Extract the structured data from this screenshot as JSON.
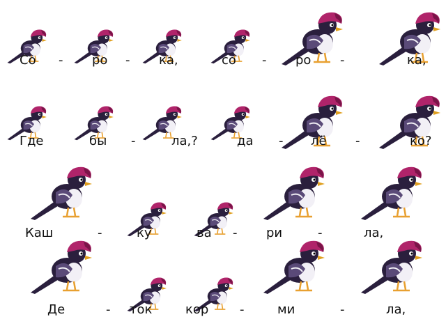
{
  "colors": {
    "body": "#2a1f3d",
    "wing": "#5a4a78",
    "belly": "#f2f0f6",
    "cap": "#b0246a",
    "cap_shade": "#7a1448",
    "beak": "#e0a020",
    "legs": "#e8a030",
    "text": "#111111"
  },
  "bird_icon": "magpie-bird-icon",
  "rows": [
    {
      "birds": [
        "small",
        "small",
        "small",
        "small",
        "big",
        "big"
      ],
      "syllables": [
        "Со",
        "-",
        "ро",
        "-",
        "ка,",
        "со",
        "-",
        "ро",
        "-",
        "ка,"
      ]
    },
    {
      "birds": [
        "small",
        "small",
        "small",
        "small",
        "big",
        "big"
      ],
      "syllables": [
        "Где",
        "бы",
        "-",
        "ла,?",
        "да",
        "-",
        "лё",
        "-",
        "ко?"
      ]
    },
    {
      "birds": [
        "big",
        "small",
        "small",
        "big",
        "big"
      ],
      "syllables": [
        "Каш",
        "-",
        "ку",
        "ва",
        "-",
        "ри",
        "-",
        "ла,"
      ]
    },
    {
      "birds": [
        "big",
        "small",
        "small",
        "big",
        "big"
      ],
      "syllables": [
        "Де",
        "-",
        "ток",
        "кор",
        "-",
        "ми",
        "-",
        "ла,"
      ]
    }
  ]
}
